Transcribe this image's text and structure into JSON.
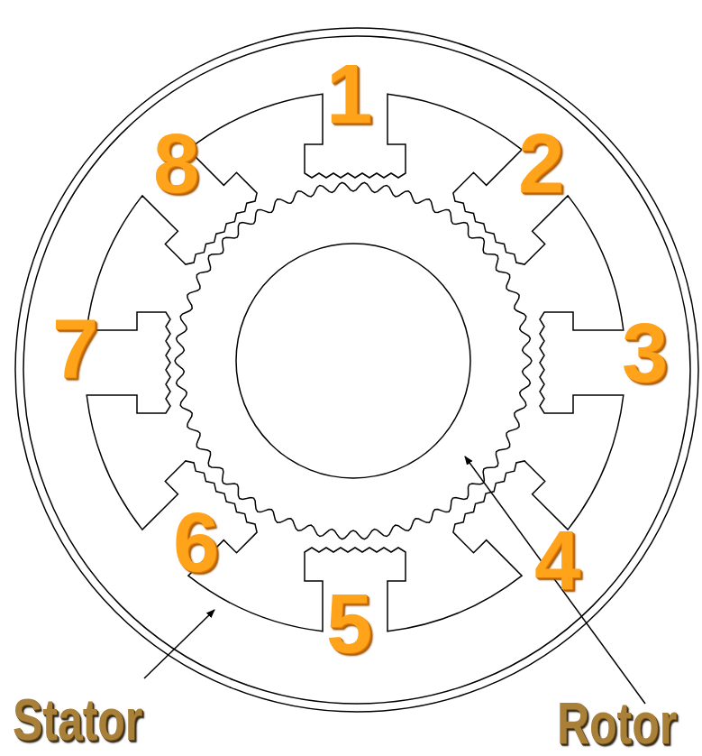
{
  "diagram": {
    "labels": [
      "1",
      "2",
      "3",
      "4",
      "5",
      "6",
      "7",
      "8",
      "Stator",
      "Rotor"
    ]
  }
}
